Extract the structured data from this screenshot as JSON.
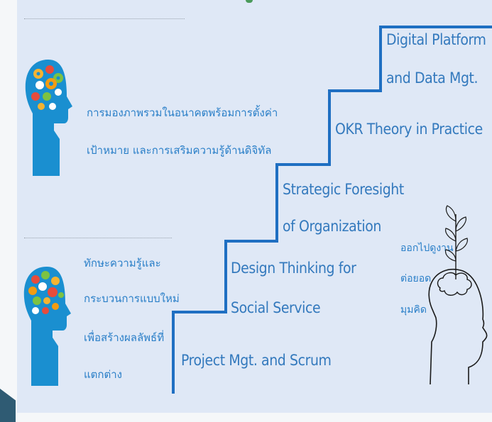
{
  "left_column": {
    "vision_text_lines": [
      "การมองภาพรวมในอนาคตพร้อมการตั้งค่า",
      "เป้าหมาย และการเสริมความรู้ด้านดิจิทัล"
    ],
    "skills_text_lines": [
      "ทักษะความรู้และ",
      "กระบวนการแบบใหม่",
      "เพื่อสร้างผลลัพธ์ที่",
      "แตกต่าง"
    ]
  },
  "staircase": {
    "steps": [
      {
        "lines": [
          "Project Mgt. and Scrum"
        ]
      },
      {
        "lines": [
          "Design Thinking for",
          "Social Service"
        ]
      },
      {
        "lines": [
          "Strategic Foresight",
          "of Organization"
        ]
      },
      {
        "lines": [
          "OKR Theory in Practice"
        ]
      },
      {
        "lines": [
          "Digital Platform",
          "and Data Mgt."
        ]
      }
    ]
  },
  "right_column": {
    "thinking_text_lines": [
      "ออกไปดูงาน",
      "ต่อยอด",
      "มุมคิด"
    ]
  },
  "icons": {
    "head_gears": "gear-head-icon",
    "head_brain": "brain-head-icon",
    "head_sprout": "sprout-head-icon"
  },
  "colors": {
    "accent_blue": "#2a7fc8",
    "stair_blue": "#1f6fc2",
    "panel_bg": "#dfe8f6",
    "head_blue": "#1a8fd0"
  }
}
